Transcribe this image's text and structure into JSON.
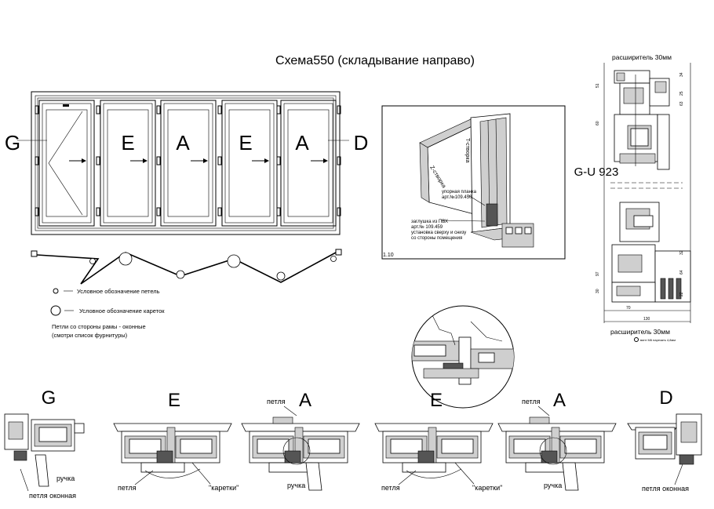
{
  "title": "Схема550 (складывание направо)",
  "panel_letters": [
    "G",
    "E",
    "A",
    "E",
    "A",
    "D"
  ],
  "legend": {
    "hinge": "Условное обозначение петель",
    "carriage": "Условное обозначение кареток",
    "note_line1": "Петли со стороны рамы - оконные",
    "note_line2": "(смотри список фурнитуры)"
  },
  "iso_view": {
    "label_z": "Z-створка",
    "label_t": "T-створка",
    "plate_line1": "упорная планка",
    "plate_line2": "арт.№109.450",
    "plug_line1": "заглушка из ПВХ",
    "plug_line2": "арт.№ 109.459",
    "plug_line3": "установка сверху и снизу",
    "plug_line4": "со стороны помещения",
    "corner_tag": "1.10"
  },
  "right_section": {
    "top_label": "расширитель 30мм",
    "system_label": "G-U 923",
    "bottom_label": "расширитель 30мм",
    "note": "винт M6 нарезать 4,8мм",
    "dims": [
      "51",
      "34",
      "60",
      "63",
      "25",
      "97",
      "32",
      "64",
      "22",
      "30",
      "70",
      "130"
    ]
  },
  "bottom_sections": {
    "letters": [
      "G",
      "E",
      "A",
      "E",
      "A",
      "D"
    ],
    "labels": {
      "handle": "ручка",
      "window_hinge": "петля оконная",
      "hinge": "петля",
      "carriages": "\"каретки\""
    }
  }
}
